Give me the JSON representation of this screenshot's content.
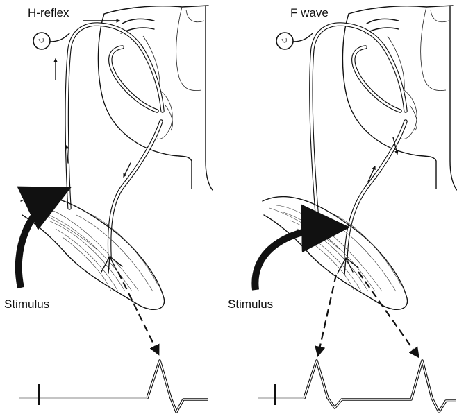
{
  "panels": [
    {
      "title": "H-reflex",
      "stimulus_label": "Stimulus"
    },
    {
      "title": "F wave",
      "stimulus_label": "Stimulus"
    }
  ]
}
